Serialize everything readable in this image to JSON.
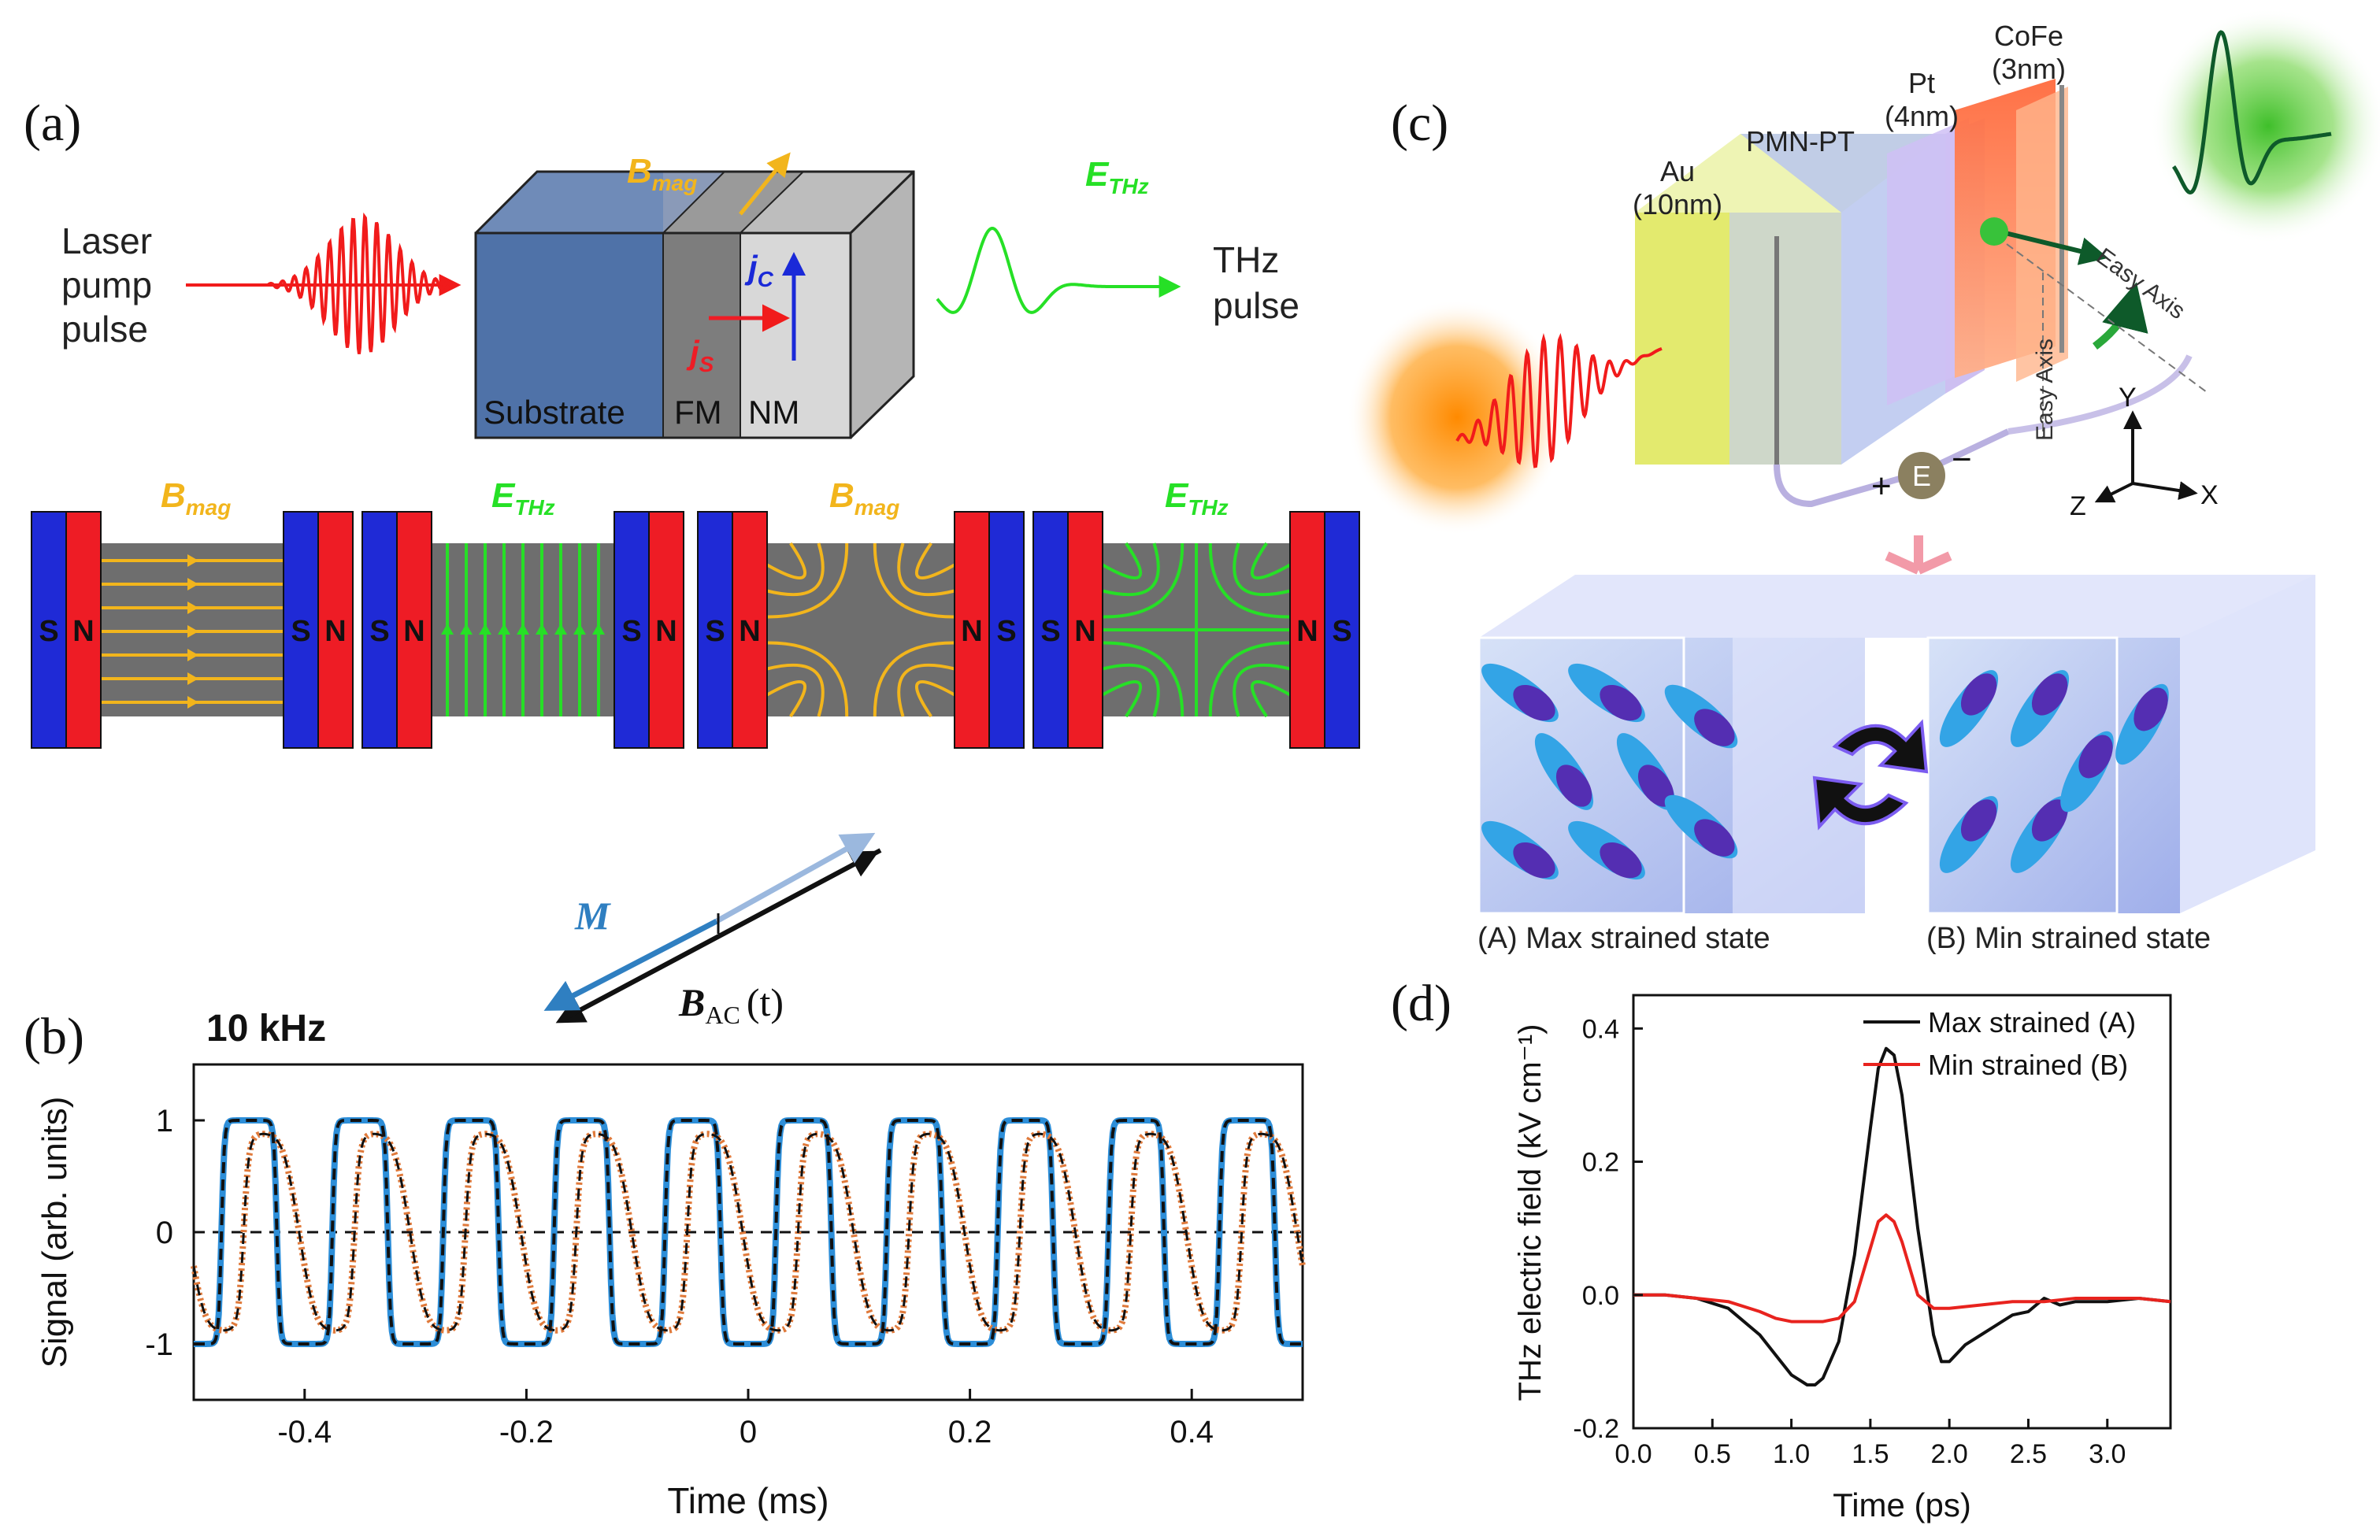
{
  "panels": {
    "a": {
      "label": "(a)",
      "pump_text": [
        "Laser",
        "pump",
        "pulse"
      ],
      "thz_text": [
        "THz",
        "pulse"
      ],
      "layers": [
        "Substrate",
        "FM",
        "NM"
      ],
      "b_mag": "B",
      "b_mag_sub": "mag",
      "j_c": "j",
      "j_c_sub": "C",
      "j_s": "j",
      "j_s_sub": "S",
      "e_thz": "E",
      "e_thz_sub": "THz",
      "magnet_fields": [
        {
          "label": "B",
          "sub": "mag",
          "left_poles": [
            "S",
            "N"
          ],
          "right_poles": [
            "S",
            "N"
          ]
        },
        {
          "label": "E",
          "sub": "THz",
          "left_poles": [
            "S",
            "N"
          ],
          "right_poles": [
            "S",
            "N"
          ]
        },
        {
          "label": "B",
          "sub": "mag",
          "left_poles": [
            "S",
            "N"
          ],
          "right_poles": [
            "N",
            "S"
          ]
        },
        {
          "label": "E",
          "sub": "THz",
          "left_poles": [
            "S",
            "N"
          ],
          "right_poles": [
            "N",
            "S"
          ]
        }
      ],
      "m_label": "M",
      "bac_label": "B",
      "bac_sub": "AC",
      "bac_arg": "(t)"
    },
    "b": {
      "label": "(b)",
      "freq": "10 kHz"
    },
    "c": {
      "label": "(c)",
      "layers": [
        {
          "name": "Au",
          "thickness": "(10nm)"
        },
        {
          "name": "PMN-PT",
          "thickness": ""
        },
        {
          "name": "Pt",
          "thickness": "(4nm)"
        },
        {
          "name": "CoFe",
          "thickness": "(3nm)"
        }
      ],
      "easy_axis": "Easy Axis",
      "axes": {
        "x": "X",
        "y": "Y",
        "z": "Z"
      },
      "field": "E",
      "plus": "+",
      "minus": "−",
      "state_a": "(A) Max strained state",
      "state_b": "(B) Min strained state"
    },
    "d": {
      "label": "(d)"
    }
  },
  "colors": {
    "magnet_blue": "#1f2ad6",
    "magnet_red": "#ee1c25",
    "gap_gray": "#6e6e6e",
    "b_field": "#f2b51c",
    "e_field": "#26e026",
    "pump_red": "#f11b1b",
    "m_arrow": "#2f7fc1",
    "trace_blue": "#2d8ed8",
    "trace_orange": "#e07a3b",
    "trace_black": "#111111",
    "curve_red": "#e8231e"
  },
  "chart_data": [
    {
      "type": "line",
      "panel": "b",
      "title": "10 kHz",
      "xlabel": "Time (ms)",
      "ylabel": "Signal (arb. units)",
      "xlim": [
        -0.5,
        0.5
      ],
      "ylim": [
        -1.5,
        1.5
      ],
      "xticks": [
        -0.4,
        -0.2,
        0,
        0.2,
        0.4
      ],
      "xtick_labels": [
        "-0.4",
        "-0.2",
        "0",
        "0.2",
        "0.4"
      ],
      "yticks": [
        -1,
        0,
        1
      ],
      "ytick_labels": [
        "-1",
        "0",
        "1"
      ],
      "period_ms": 0.1,
      "zero_line": "dashed",
      "series": [
        {
          "style": "solid blue square-like loop",
          "amplitude": 1.0,
          "phase_ms": -0.475,
          "shape": "square"
        },
        {
          "style": "orange dotted sawtooth-like loop",
          "amplitude": 0.9,
          "phase_ms": -0.455,
          "shape": "rounded"
        },
        {
          "style": "black dashed fit",
          "amplitude": 1.0,
          "phase_ms": -0.475,
          "shape": "fit"
        }
      ]
    },
    {
      "type": "line",
      "panel": "d",
      "xlabel": "Time (ps)",
      "ylabel": "THz electric field (kV cm⁻¹)",
      "xlim": [
        0.0,
        3.4
      ],
      "ylim": [
        -0.2,
        0.45
      ],
      "xticks": [
        0.0,
        0.5,
        1.0,
        1.5,
        2.0,
        2.5,
        3.0
      ],
      "xtick_labels": [
        "0.0",
        "0.5",
        "1.0",
        "1.5",
        "2.0",
        "2.5",
        "3.0"
      ],
      "yticks": [
        -0.2,
        0.0,
        0.2,
        0.4
      ],
      "ytick_labels": [
        "-0.2",
        "0.0",
        "0.2",
        "0.4"
      ],
      "legend": "top-right",
      "series": [
        {
          "name": "Max strained (A)",
          "color": "#111111",
          "x": [
            0.0,
            0.2,
            0.4,
            0.6,
            0.8,
            0.9,
            1.0,
            1.1,
            1.15,
            1.2,
            1.3,
            1.4,
            1.5,
            1.55,
            1.6,
            1.65,
            1.7,
            1.8,
            1.9,
            1.95,
            2.0,
            2.1,
            2.2,
            2.3,
            2.4,
            2.5,
            2.6,
            2.7,
            2.8,
            3.0,
            3.2,
            3.4
          ],
          "y": [
            0.0,
            0.0,
            -0.005,
            -0.02,
            -0.06,
            -0.09,
            -0.12,
            -0.135,
            -0.135,
            -0.125,
            -0.07,
            0.06,
            0.25,
            0.34,
            0.37,
            0.36,
            0.3,
            0.1,
            -0.06,
            -0.1,
            -0.1,
            -0.075,
            -0.06,
            -0.045,
            -0.03,
            -0.025,
            -0.005,
            -0.015,
            -0.01,
            -0.01,
            -0.005,
            -0.01
          ]
        },
        {
          "name": "Min strained (B)",
          "color": "#e8231e",
          "x": [
            0.0,
            0.2,
            0.4,
            0.6,
            0.8,
            0.9,
            1.0,
            1.1,
            1.2,
            1.3,
            1.4,
            1.5,
            1.55,
            1.6,
            1.65,
            1.7,
            1.8,
            1.9,
            2.0,
            2.2,
            2.4,
            2.6,
            2.8,
            3.0,
            3.2,
            3.4
          ],
          "y": [
            0.0,
            0.0,
            -0.005,
            -0.01,
            -0.025,
            -0.035,
            -0.04,
            -0.04,
            -0.04,
            -0.035,
            -0.01,
            0.07,
            0.11,
            0.12,
            0.11,
            0.08,
            0.0,
            -0.02,
            -0.02,
            -0.015,
            -0.01,
            -0.01,
            -0.005,
            -0.005,
            -0.005,
            -0.01
          ]
        }
      ]
    }
  ]
}
